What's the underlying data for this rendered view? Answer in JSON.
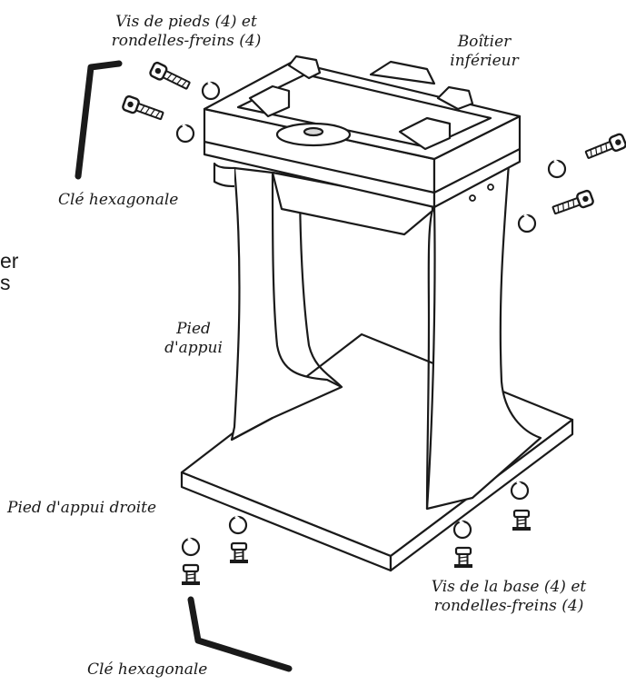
{
  "labels": {
    "lag_screws": [
      "Vis de pieds (4) et",
      "rondelles-freins (4)"
    ],
    "lower_housing": [
      "Boîtier",
      "inférieur"
    ],
    "hex_key_top": "Clé hexagonale",
    "left_fragment": [
      "er",
      "s"
    ],
    "support_leg": [
      "Pied",
      "d'appui"
    ],
    "right_support_leg": "Pied d'appui droite",
    "base_screws": [
      "Vis de la base (4) et",
      "rondelles-freins (4)"
    ],
    "hex_key_bottom": "Clé hexagonale"
  },
  "colors": {
    "line": "#1a1a1a",
    "background": "#ffffff",
    "part_fill": "#ffffff",
    "shade": "#d9d9d9"
  },
  "icons": {
    "hex_key": "hex-key-icon",
    "screw": "screw-icon",
    "lock_washer": "lock-washer-icon"
  }
}
